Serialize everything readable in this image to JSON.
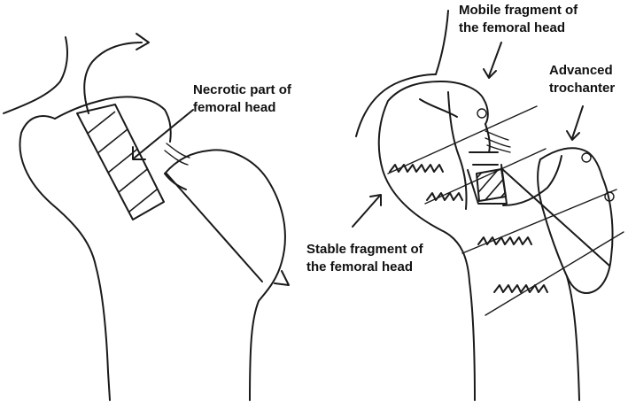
{
  "labels": {
    "necrotic": [
      "Necrotic part of",
      "femoral head"
    ],
    "mobile": [
      "Mobile fragment of",
      "the femoral head"
    ],
    "advanced": [
      "Advanced",
      "trochanter"
    ],
    "stable": [
      "Stable fragment of",
      "the femoral head"
    ]
  },
  "colors": {
    "ink": "#1a1a1a",
    "background": "#ffffff"
  }
}
